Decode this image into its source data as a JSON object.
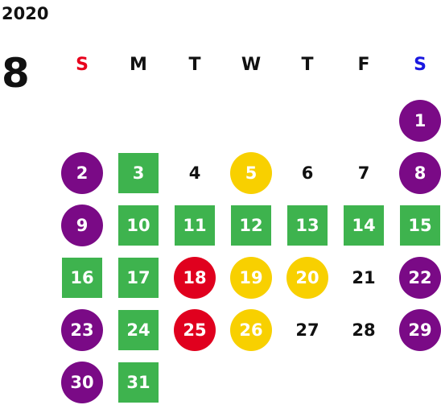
{
  "year": "2020",
  "month": "8",
  "weekdays": [
    {
      "label": "S",
      "color": "#e8001c"
    },
    {
      "label": "M",
      "color": "#111111"
    },
    {
      "label": "T",
      "color": "#111111"
    },
    {
      "label": "W",
      "color": "#111111"
    },
    {
      "label": "T",
      "color": "#111111"
    },
    {
      "label": "F",
      "color": "#111111"
    },
    {
      "label": "S",
      "color": "#1a18e0"
    }
  ],
  "colors": {
    "purple": "#7a0a86",
    "green": "#3eb34e",
    "yellow": "#f8d000",
    "red": "#e0001e"
  },
  "first_weekday_index": 6,
  "days": [
    {
      "day": "1",
      "mark": "purple-circle"
    },
    {
      "day": "2",
      "mark": "purple-circle"
    },
    {
      "day": "3",
      "mark": "green-square"
    },
    {
      "day": "4",
      "mark": "none"
    },
    {
      "day": "5",
      "mark": "yellow-circle"
    },
    {
      "day": "6",
      "mark": "none"
    },
    {
      "day": "7",
      "mark": "none"
    },
    {
      "day": "8",
      "mark": "purple-circle"
    },
    {
      "day": "9",
      "mark": "purple-circle"
    },
    {
      "day": "10",
      "mark": "green-square"
    },
    {
      "day": "11",
      "mark": "green-square"
    },
    {
      "day": "12",
      "mark": "green-square"
    },
    {
      "day": "13",
      "mark": "green-square"
    },
    {
      "day": "14",
      "mark": "green-square"
    },
    {
      "day": "15",
      "mark": "green-square"
    },
    {
      "day": "16",
      "mark": "green-square"
    },
    {
      "day": "17",
      "mark": "green-square"
    },
    {
      "day": "18",
      "mark": "red-circle"
    },
    {
      "day": "19",
      "mark": "yellow-circle"
    },
    {
      "day": "20",
      "mark": "yellow-circle"
    },
    {
      "day": "21",
      "mark": "none"
    },
    {
      "day": "22",
      "mark": "purple-circle"
    },
    {
      "day": "23",
      "mark": "purple-circle"
    },
    {
      "day": "24",
      "mark": "green-square"
    },
    {
      "day": "25",
      "mark": "red-circle"
    },
    {
      "day": "26",
      "mark": "yellow-circle"
    },
    {
      "day": "27",
      "mark": "none"
    },
    {
      "day": "28",
      "mark": "none"
    },
    {
      "day": "29",
      "mark": "purple-circle"
    },
    {
      "day": "30",
      "mark": "purple-circle"
    },
    {
      "day": "31",
      "mark": "green-square"
    }
  ]
}
